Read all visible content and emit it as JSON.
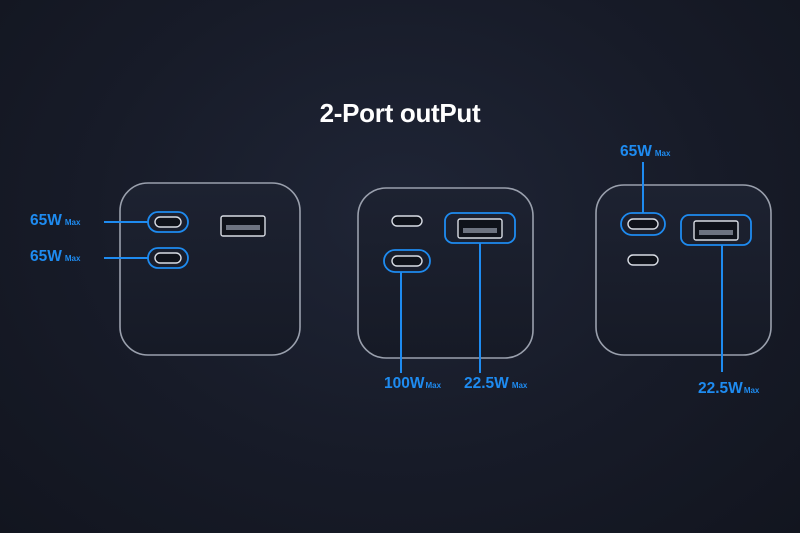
{
  "title": "2-Port outPut",
  "accent_color": "#1e8bf0",
  "configurations": [
    {
      "ports": [
        {
          "watt": "65W",
          "suffix": "Max"
        },
        {
          "watt": "65W",
          "suffix": "Max"
        }
      ]
    },
    {
      "ports": [
        {
          "watt": "100W",
          "suffix": "Max"
        },
        {
          "watt": "22.5W",
          "suffix": "Max"
        }
      ]
    },
    {
      "ports": [
        {
          "watt": "65W",
          "suffix": "Max"
        },
        {
          "watt": "22.5W",
          "suffix": "Max"
        }
      ]
    }
  ]
}
